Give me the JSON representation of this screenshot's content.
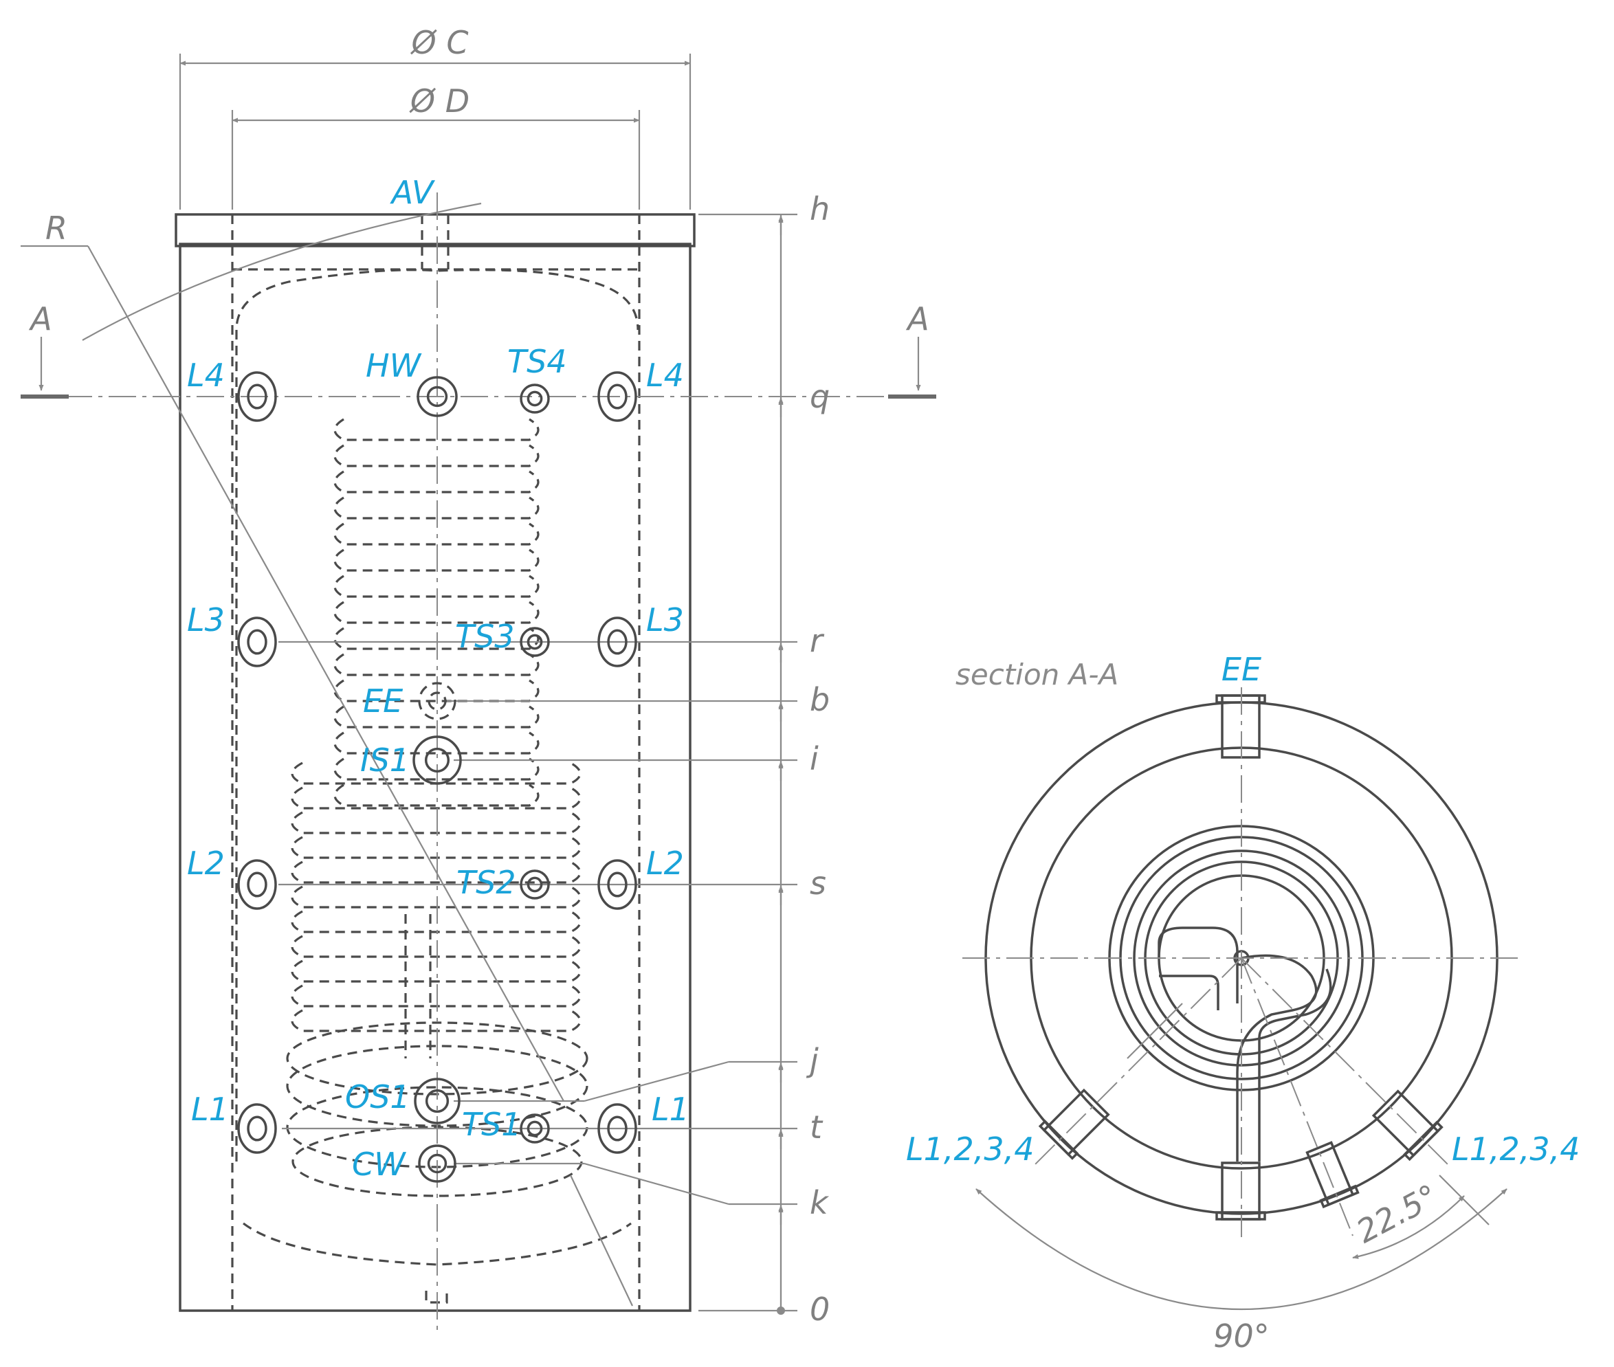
{
  "colors": {
    "insulation": "#f2eccb",
    "outline": "#4a4a4a",
    "dimension": "#8a8a8a",
    "label_blue": "#1aa3d9"
  },
  "dimensions": {
    "outer_diameter": "Ø C",
    "inner_diameter": "Ø D"
  },
  "top_labels": {
    "air_vent": "AV",
    "r_label": "R",
    "section_marker_left": "A",
    "section_marker_right": "A"
  },
  "levels": [
    {
      "key": "h",
      "label": "h"
    },
    {
      "key": "q",
      "label": "q"
    },
    {
      "key": "r",
      "label": "r"
    },
    {
      "key": "b",
      "label": "b"
    },
    {
      "key": "i",
      "label": "i"
    },
    {
      "key": "s",
      "label": "s"
    },
    {
      "key": "j",
      "label": "j"
    },
    {
      "key": "t",
      "label": "t"
    },
    {
      "key": "k",
      "label": "k"
    },
    {
      "key": "zero",
      "label": "0"
    }
  ],
  "connections": {
    "l4_left": "L4",
    "l4_right": "L4",
    "l3_left": "L3",
    "l3_right": "L3",
    "l2_left": "L2",
    "l2_right": "L2",
    "l1_left": "L1",
    "l1_right": "L1",
    "hw": "HW",
    "ts4": "TS4",
    "ts3": "TS3",
    "ee": "EE",
    "is1": "IS1",
    "ts2": "TS2",
    "os1": "OS1",
    "ts1": "TS1",
    "cw": "CW"
  },
  "section": {
    "title": "section A-A",
    "ee": "EE",
    "ports_left": "L1,2,3,4",
    "ports_right": "L1,2,3,4",
    "angle_small": "22.5°",
    "angle_large": "90°"
  }
}
